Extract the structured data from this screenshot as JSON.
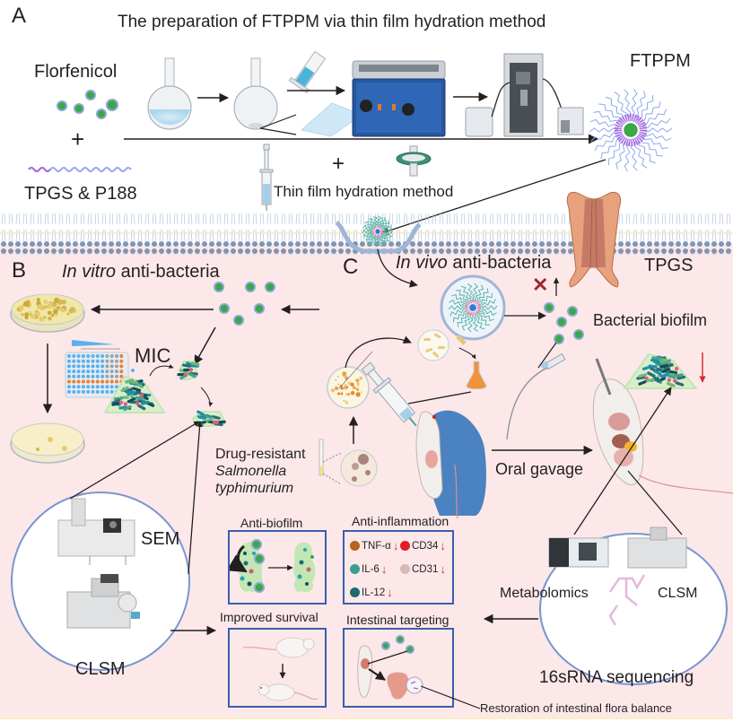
{
  "panels": {
    "a": {
      "letter": "A",
      "title": "The preparation of FTPPM via thin film hydration method",
      "drug_label": "Florfenicol",
      "plus_1": "+",
      "excipient_label": "TPGS & P188",
      "plus_2": "+",
      "method_label": "Thin film hydration method",
      "product_label": "FTPPM"
    },
    "b": {
      "letter": "B",
      "title_italic": "In vitro",
      "title_rest": " anti-bacteria",
      "mic_label": "MIC",
      "sem_label": "SEM",
      "clsm_label": "CLSM"
    },
    "c": {
      "letter": "C",
      "title_italic": "In vivo",
      "title_rest": " anti-bacteria",
      "tpgs_label": "TPGS",
      "biofilm_label": "Bacterial biofilm",
      "strain_line1": "Drug-resistant",
      "strain_line2": "Salmonella",
      "strain_line3": "typhimurium",
      "gavage_label": "Oral gavage",
      "metabolomics_label": "Metabolomics",
      "clsm_label": "CLSM",
      "sequencing_label": "16sRNA sequencing"
    }
  },
  "outcomes": {
    "anti_biofilm": {
      "title": "Anti-biofilm"
    },
    "anti_inflammation": {
      "title": "Anti-inflammation",
      "markers": [
        {
          "name": "TNF-α",
          "color": "#b5651d",
          "trend": "down"
        },
        {
          "name": "CD34",
          "color": "#e11d2a",
          "trend": "down"
        },
        {
          "name": "IL-6",
          "color": "#3a9e93",
          "trend": "down"
        },
        {
          "name": "CD31",
          "color": "#d8b9b6",
          "trend": "down"
        },
        {
          "name": "IL-12",
          "color": "#1e6b73",
          "trend": "down"
        }
      ]
    },
    "improved_survival": {
      "title": "Improved survival"
    },
    "intestinal_targeting": {
      "title": "Intestinal targeting",
      "callout": "Restoration of intestinal flora balance"
    }
  },
  "colors": {
    "panel_background": "#fce8e9",
    "box_border": "#3a5fae",
    "drug_particle": "#3aa845",
    "particle_ring": "#8da6db",
    "membrane_head": "#7f95b4",
    "decrease_arrow": "#d32f2f",
    "block_mark": "#a0282e"
  },
  "symbols": {
    "down_arrow": "↓",
    "block": "✕"
  }
}
